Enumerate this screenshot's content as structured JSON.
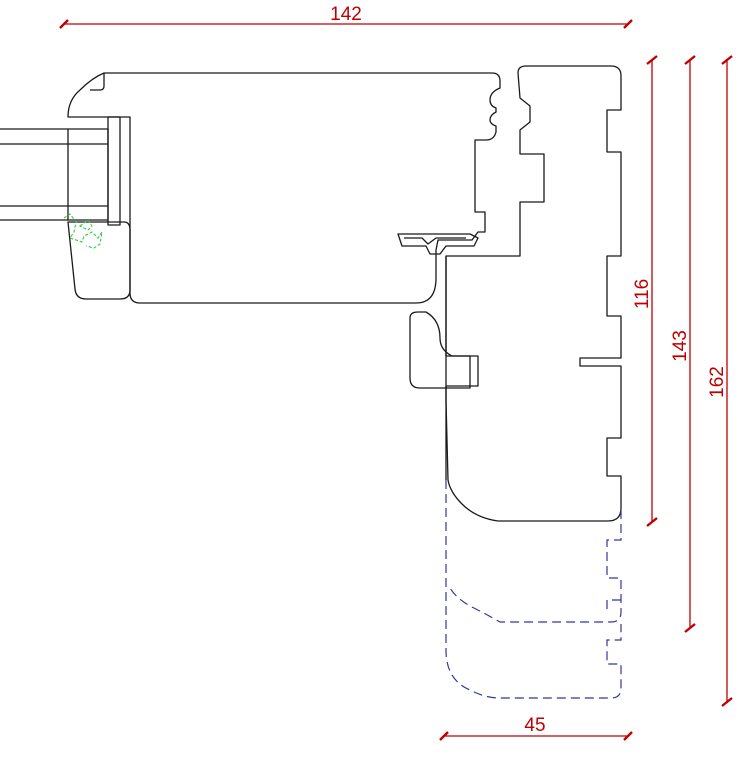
{
  "colors": {
    "dimension": "#c00000",
    "outline": "#1a1a1a",
    "alternate_profile": "#3535a0",
    "gasket": "#2ecc40"
  },
  "dimensions": {
    "top_width": "142",
    "frame_depth": "116",
    "mid_height": "143",
    "overall_height": "162",
    "bottom_width": "45"
  }
}
